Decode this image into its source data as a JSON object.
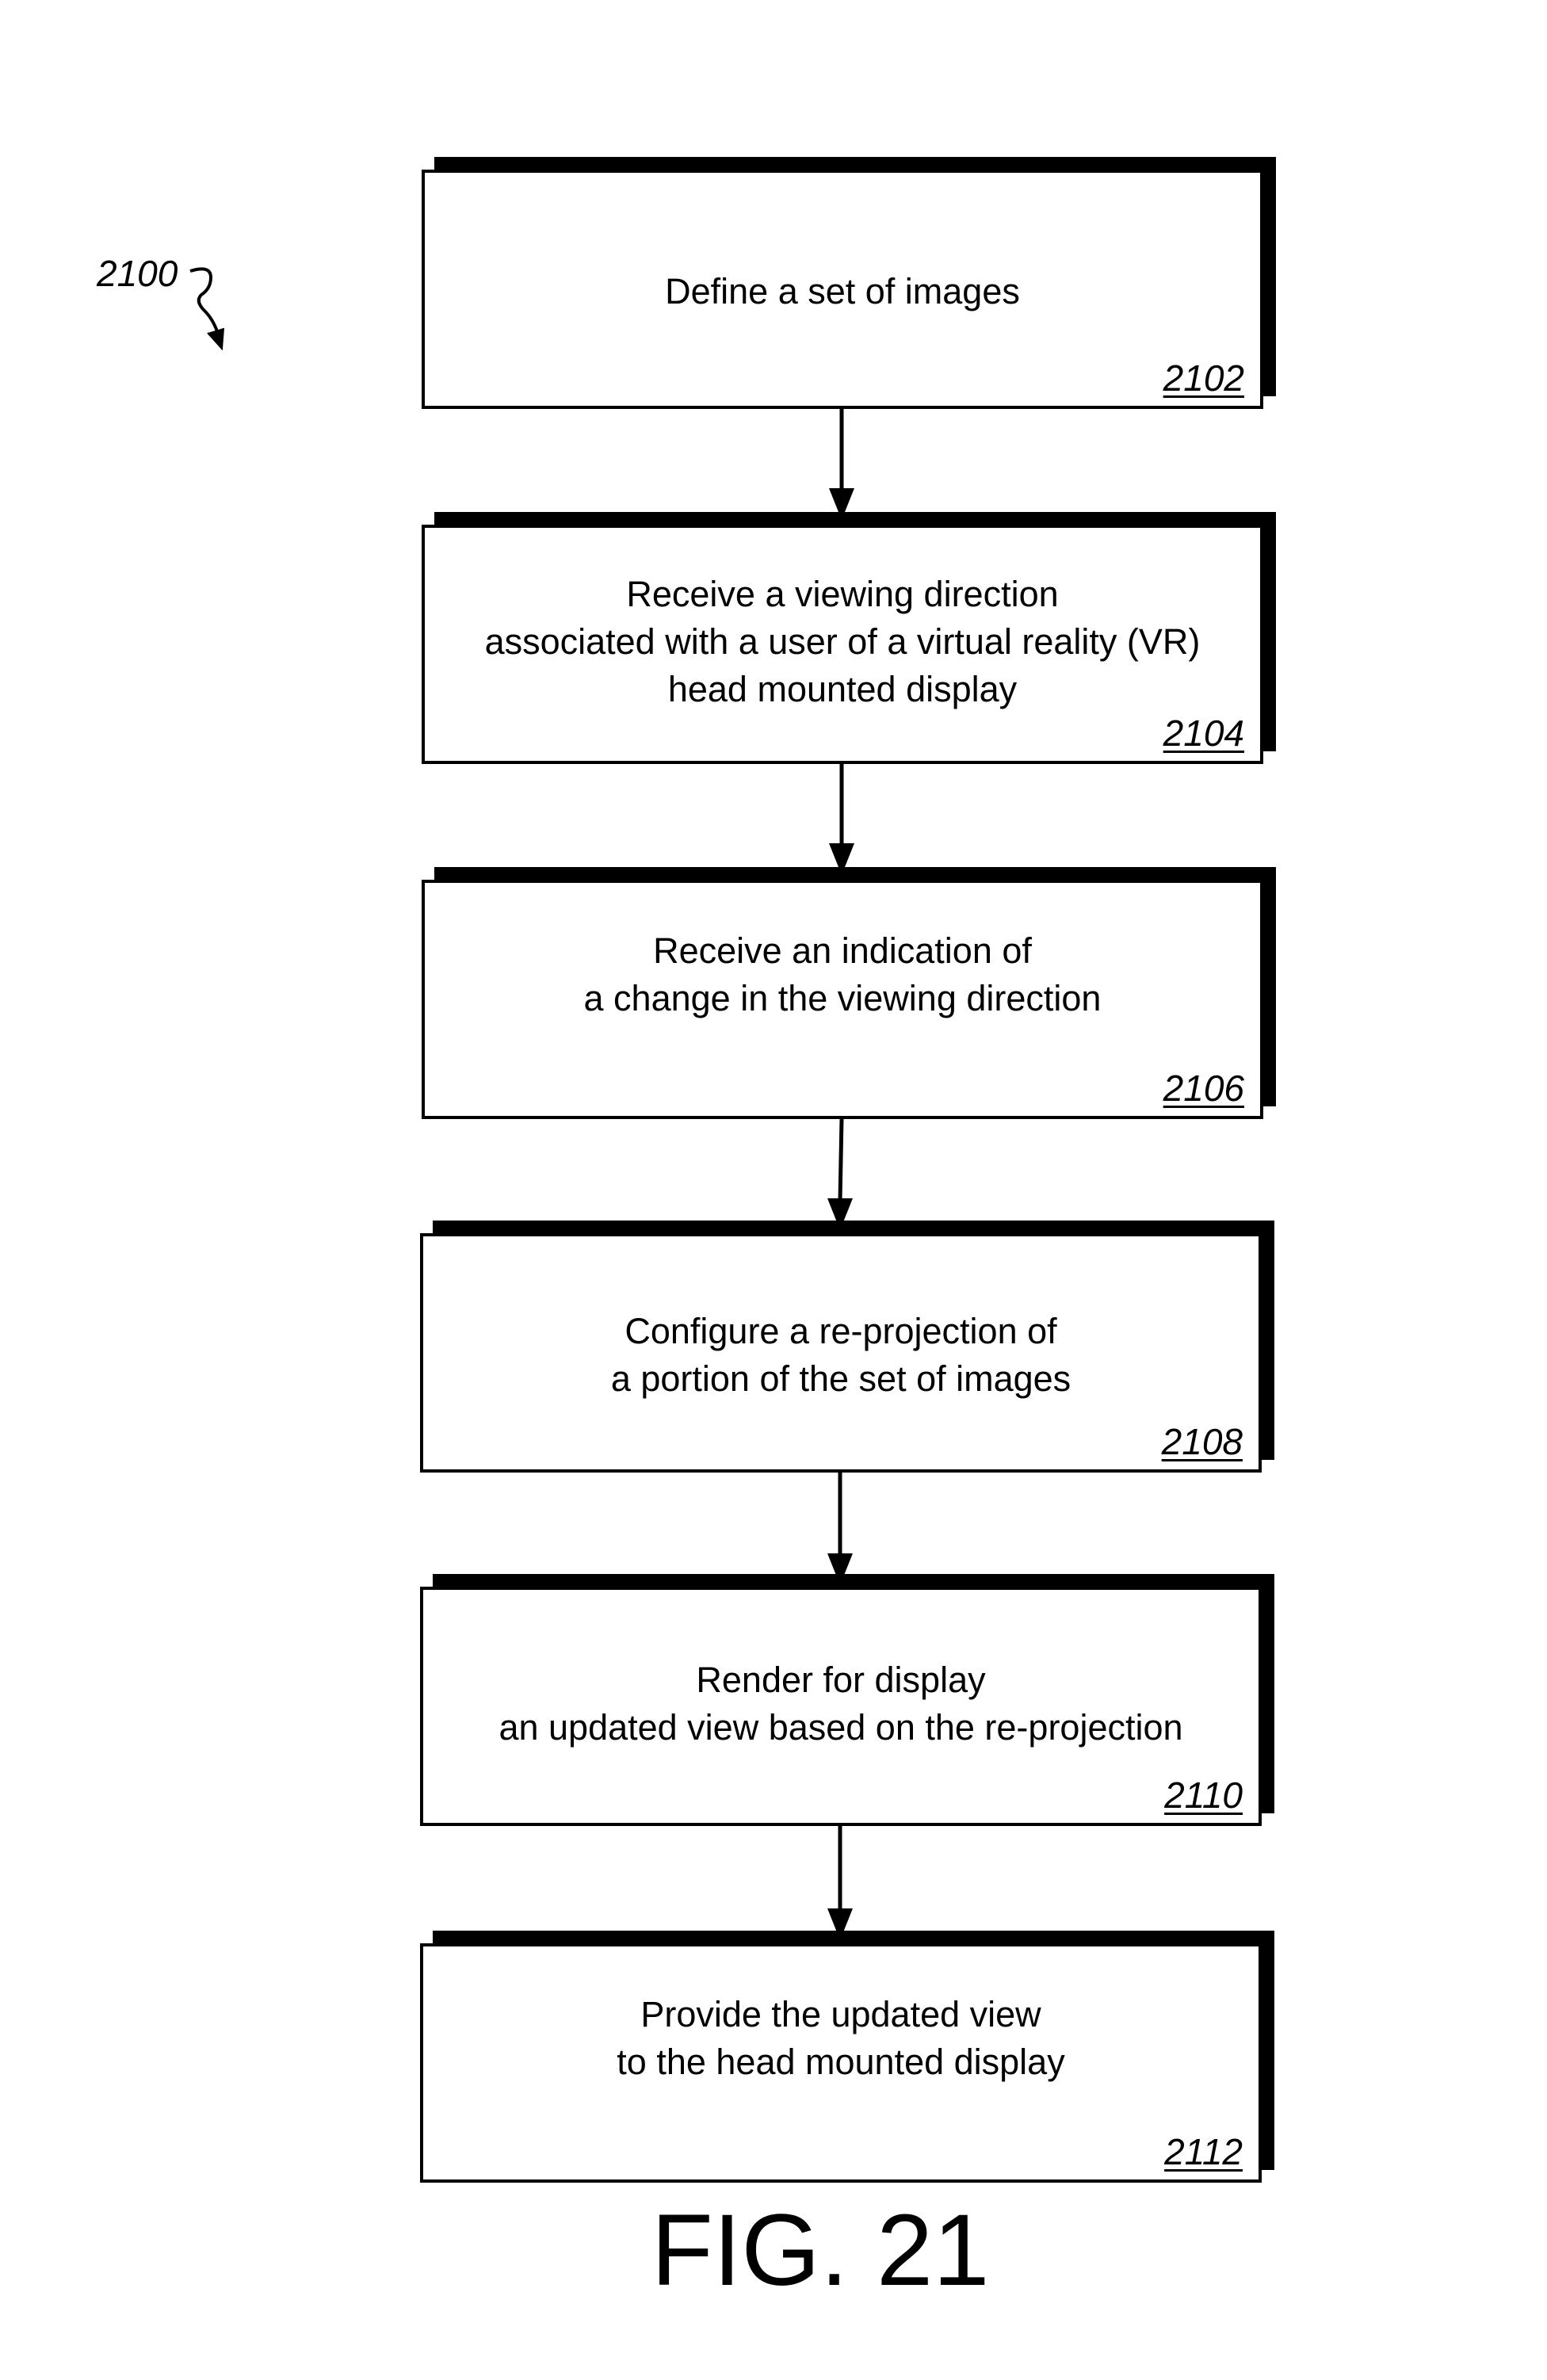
{
  "figure": {
    "reference_label": "2100",
    "title": "FIG. 21"
  },
  "steps": [
    {
      "text": "Define a set of images",
      "ref": "2102"
    },
    {
      "text": "Receive a viewing direction\nassociated with a user of a virtual reality (VR)\nhead mounted display",
      "ref": "2104"
    },
    {
      "text": "Receive an indication of\na change in the viewing direction",
      "ref": "2106"
    },
    {
      "text": "Configure a re-projection of\na portion of the set of images",
      "ref": "2108"
    },
    {
      "text": "Render for display\nan updated view based on the re-projection",
      "ref": "2110"
    },
    {
      "text": "Provide the updated view\nto the head mounted display",
      "ref": "2112"
    }
  ]
}
